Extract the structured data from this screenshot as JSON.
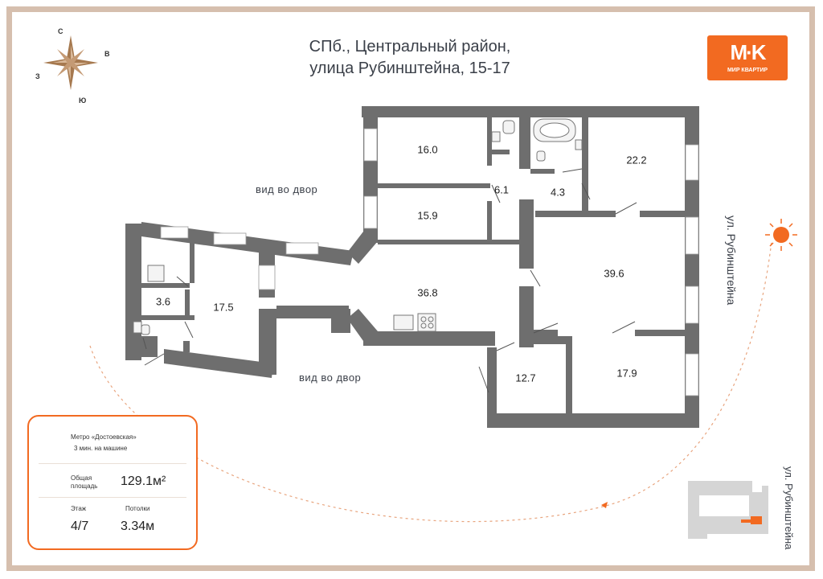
{
  "header": {
    "line1": "СПб., Центральный район,",
    "line2": "улица Рубинштейна, 15-17"
  },
  "logo": {
    "mark": "M·K",
    "text": "МИР КВАРТИР",
    "color": "#f26a21"
  },
  "compass": {
    "north": "С",
    "east": "В",
    "south": "Ю",
    "west": "З"
  },
  "labels": {
    "courtyard_top": "вид во двор",
    "courtyard_bottom": "вид во двор",
    "street_right": "ул. Рубинштейна",
    "street_inset": "ул. Рубинштейна"
  },
  "rooms": {
    "r160": "16.0",
    "r159": "15.9",
    "r61": "6.1",
    "r43": "4.3",
    "r222": "22.2",
    "r368": "36.8",
    "r396": "39.6",
    "r36": "3.6",
    "r175": "17.5",
    "r127": "12.7",
    "r179": "17.9"
  },
  "info": {
    "metro_name": "Метро «Достоевская»",
    "metro_time": "3 мин. на машине",
    "area_label_1": "Общая",
    "area_label_2": "площадь",
    "area_value": "129.1м²",
    "floor_label": "Этаж",
    "floor_value": "4/7",
    "ceiling_label": "Потолки",
    "ceiling_value": "3.34м"
  },
  "colors": {
    "wall": "#6e6e6e",
    "accent": "#f26a21",
    "frame": "#d6bfae"
  }
}
